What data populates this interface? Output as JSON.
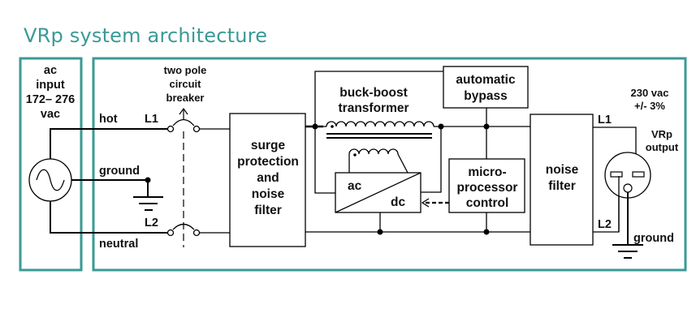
{
  "title": "VRp system architecture",
  "colors": {
    "accent": "#3a9a96",
    "line": "#000000"
  },
  "input_panel": {
    "lines": [
      "ac",
      "input",
      "172– 276",
      "vac"
    ],
    "source_icon": "ac-source-icon"
  },
  "wires": {
    "hot": "hot",
    "ground": "ground",
    "neutral": "neutral",
    "l1_in": "L1",
    "l2_in": "L2",
    "l1_out": "L1",
    "l2_out": "L2",
    "ground_out": "ground"
  },
  "breaker": {
    "lines": [
      "two pole",
      "circuit",
      "breaker"
    ]
  },
  "blocks": {
    "surge": {
      "lines": [
        "surge",
        "protection",
        "and",
        "noise",
        "filter"
      ]
    },
    "transformer": {
      "lines": [
        "buck-boost",
        "transformer"
      ]
    },
    "bypass": {
      "lines": [
        "automatic",
        "bypass"
      ]
    },
    "converter": {
      "ac": "ac",
      "dc": "dc"
    },
    "micro": {
      "lines": [
        "micro-",
        "processor",
        "control"
      ]
    },
    "noise": {
      "lines": [
        "noise",
        "filter"
      ]
    }
  },
  "output": {
    "spec": [
      "230 vac",
      "+/- 3%"
    ],
    "label": [
      "VRp",
      "output"
    ]
  }
}
